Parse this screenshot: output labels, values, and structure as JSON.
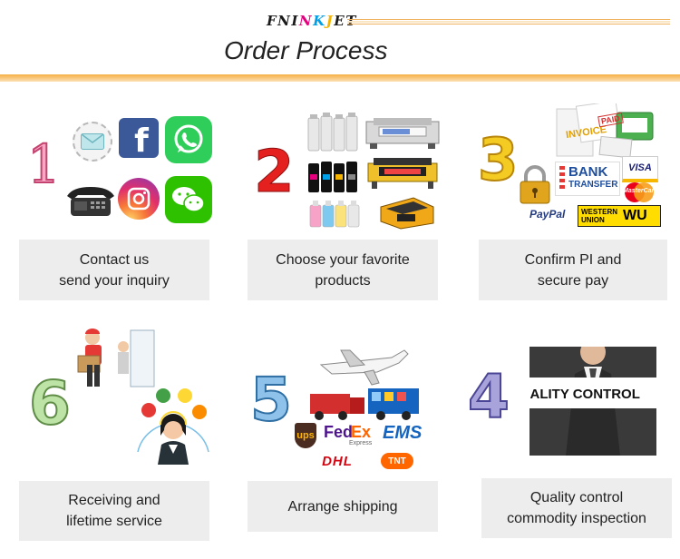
{
  "header": {
    "brand_letters": [
      "F",
      "N",
      "I",
      "N",
      "K",
      "J",
      "E",
      "T"
    ],
    "brand_colors": [
      "#1a1a1a",
      "#1a1a1a",
      "#1a1a1a",
      "#e6007e",
      "#00a0e9",
      "#f5b400",
      "#1a1a1a",
      "#1a1a1a"
    ],
    "title": "Order Process"
  },
  "steps": [
    {
      "number": "1",
      "caption_line1": "Contact us",
      "caption_line2": "send your inquiry"
    },
    {
      "number": "2",
      "caption_line1": "Choose your favorite",
      "caption_line2": "products"
    },
    {
      "number": "3",
      "caption_line1": "Confirm PI and",
      "caption_line2": "secure pay"
    },
    {
      "number": "6",
      "caption_line1": "Receiving and",
      "caption_line2": "lifetime service"
    },
    {
      "number": "5",
      "caption_line1": "Arrange shipping",
      "caption_line2": ""
    },
    {
      "number": "4",
      "caption_line1": "Quality control",
      "caption_line2": "commodity inspection"
    }
  ],
  "logos": {
    "facebook": "f",
    "invoice": "INVOICE",
    "paid": "PAID",
    "bank": "BANK",
    "transfer": "TRANSFER",
    "visa": "VISA",
    "mastercard": "MasterCard",
    "paypal": "PayPal",
    "western": "WESTERN",
    "union": "UNION",
    "wu": "WU",
    "ups": "ups",
    "fedex_fed": "Fed",
    "fedex_ex": "Ex",
    "fedex_express": "Express",
    "ems": "EMS",
    "dhl": "DHL",
    "tnt": "TNT",
    "quality_control": "QUALITY CONTROL"
  },
  "colors": {
    "accent_orange": "#f6b045",
    "caption_bg": "#ededed",
    "facebook": "#3b5998",
    "whatsapp": "#25d366",
    "wechat": "#2dc100",
    "instagram": "#c13584"
  }
}
